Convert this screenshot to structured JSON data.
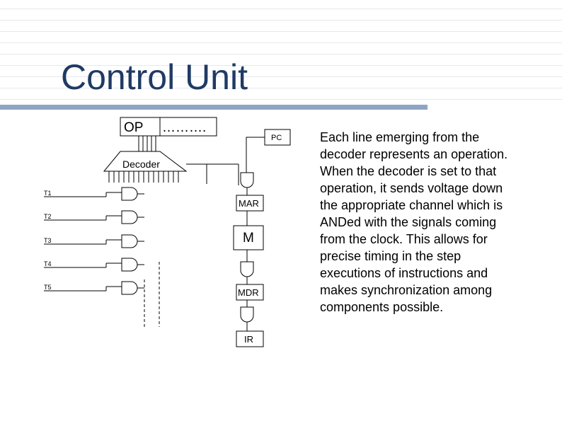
{
  "slide": {
    "title": "Control Unit",
    "description": "Each line emerging from the decoder represents an operation. When the decoder is set to that operation, it sends voltage down the appropriate channel which is ANDed with the signals coming from the clock. This allows for precise timing in the step executions of instructions and makes synchronization among components possible."
  },
  "diagram": {
    "op_label": "OP",
    "op_field": "……….",
    "pc_label": "PC",
    "decoder_label": "Decoder",
    "timing_labels": [
      "T1",
      "T2",
      "T3",
      "T4",
      "T5"
    ],
    "mar_label": "MAR",
    "memory_label": "M",
    "mdr_label": "MDR",
    "ir_label": "IR"
  },
  "colors": {
    "title": "#1f3a64",
    "accent_rule": "#8fa5c6"
  }
}
